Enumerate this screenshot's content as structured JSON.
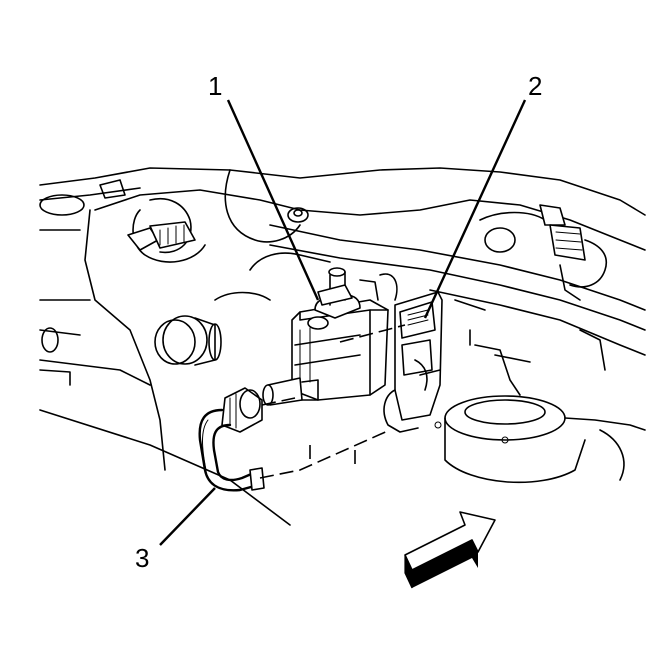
{
  "callouts": [
    {
      "id": "1",
      "text": "1"
    },
    {
      "id": "2",
      "text": "2"
    },
    {
      "id": "3",
      "text": "3"
    }
  ],
  "colors": {
    "ink": "#000000",
    "paper": "#ffffff"
  },
  "icons": {
    "direction": "arrow-icon"
  }
}
